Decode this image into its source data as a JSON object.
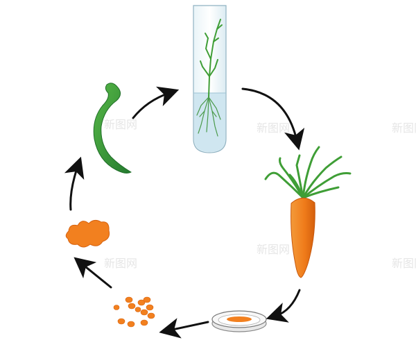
{
  "diagram": {
    "title": "",
    "stages": [
      {
        "id": "test-tube-plantlet",
        "label": ""
      },
      {
        "id": "carrot",
        "label": ""
      },
      {
        "id": "petri-dish",
        "label": ""
      },
      {
        "id": "cell-suspension",
        "label": ""
      },
      {
        "id": "callus",
        "label": ""
      },
      {
        "id": "embryo",
        "label": ""
      }
    ],
    "arrow_color": "#111111",
    "colors": {
      "plant_green": "#3f9e36",
      "embryo_green": "#2f8f3a",
      "carrot_orange": "#f07c1b",
      "medium_blue": "#cfe6f0",
      "callus_orange": "#f2801f"
    }
  },
  "watermark": {
    "text": "新图网"
  }
}
